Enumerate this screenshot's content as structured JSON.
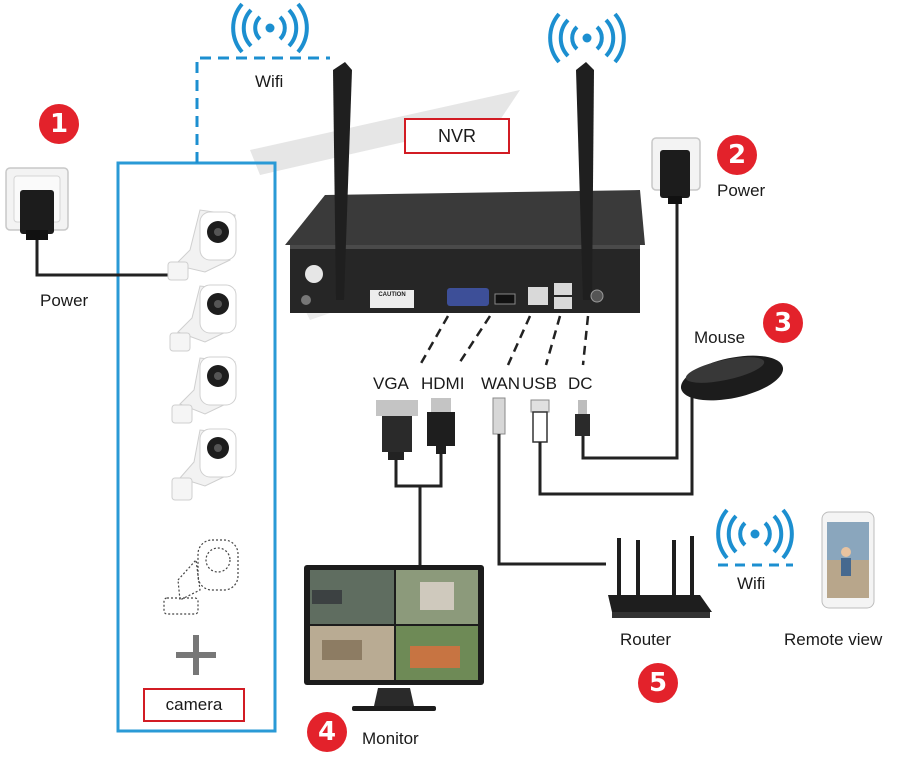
{
  "labels": {
    "wifi_top": "Wifi",
    "nvr": "NVR",
    "power_left": "Power",
    "power_right": "Power",
    "mouse": "Mouse",
    "camera": "camera",
    "vga": "VGA",
    "hdmi": "HDMI",
    "wan": "WAN",
    "usb": "USB",
    "dc": "DC",
    "router": "Router",
    "wifi_right": "Wifi",
    "remote_view": "Remote view",
    "monitor": "Monitor",
    "nvr_caution": "CAUTION"
  },
  "steps": [
    "1",
    "2",
    "3",
    "4",
    "5"
  ],
  "colors": {
    "accent_red": "#e3222b",
    "wifi_blue": "#1c8fd0",
    "frame_blue": "#2a9ad6",
    "device_dark": "#2b2b2b"
  },
  "icons": [
    "wifi-icon",
    "power-socket-icon",
    "camera-icon",
    "nvr-icon",
    "mouse-icon",
    "router-icon",
    "monitor-icon",
    "phone-icon",
    "plus-icon"
  ]
}
